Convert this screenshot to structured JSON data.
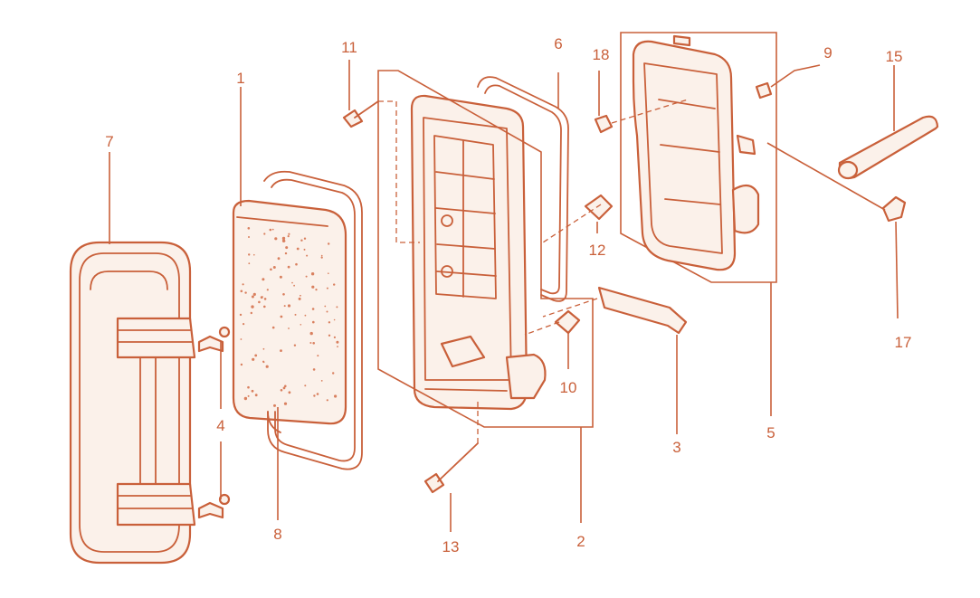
{
  "colors": {
    "line": "#c9603a",
    "fill": "#fbf1ea",
    "background": "#ffffff"
  },
  "callouts": [
    {
      "id": "c1",
      "label": "1"
    },
    {
      "id": "c2",
      "label": "2"
    },
    {
      "id": "c3",
      "label": "3"
    },
    {
      "id": "c4",
      "label": "4"
    },
    {
      "id": "c5",
      "label": "5"
    },
    {
      "id": "c6",
      "label": "6"
    },
    {
      "id": "c7",
      "label": "7"
    },
    {
      "id": "c8",
      "label": "8"
    },
    {
      "id": "c9",
      "label": "9"
    },
    {
      "id": "c10",
      "label": "10"
    },
    {
      "id": "c11",
      "label": "11"
    },
    {
      "id": "c12",
      "label": "12"
    },
    {
      "id": "c13",
      "label": "13"
    },
    {
      "id": "c15",
      "label": "15"
    },
    {
      "id": "c17",
      "label": "17"
    },
    {
      "id": "c18",
      "label": "18"
    }
  ]
}
